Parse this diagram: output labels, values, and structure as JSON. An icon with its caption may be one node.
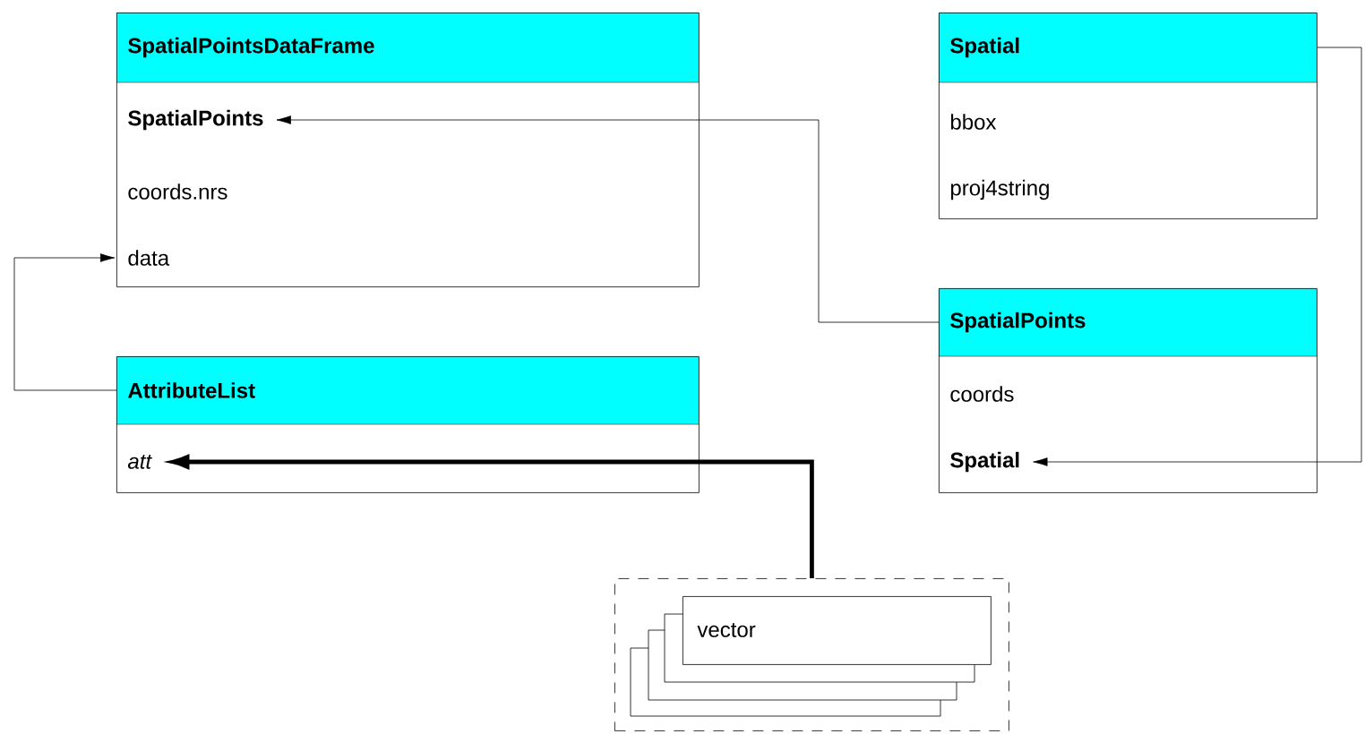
{
  "diagram": {
    "nodes": [
      {
        "text": [
          "SpatialPointsDataFrame"
        ]
      },
      {
        "text": [
          "SpatialPoints"
        ],
        "in": 0
      },
      {
        "text": [
          "coords.nrs"
        ],
        "in": 0
      },
      {
        "text": [
          "data"
        ],
        "in": 0
      },
      {
        "text": [
          "Spatial"
        ]
      },
      {
        "text": [
          "bbox"
        ],
        "in": 4
      },
      {
        "text": [
          "proj4string"
        ],
        "in": 4
      },
      {
        "text": [
          "SpatialPoints"
        ]
      },
      {
        "text": [
          "coords"
        ],
        "in": 7
      },
      {
        "text": [
          "Spatial"
        ],
        "in": 7
      },
      {
        "text": [
          "AttributeList"
        ]
      },
      {
        "text": [
          "att"
        ],
        "in": 10
      },
      {
        "text": [],
        "shape": "box"
      },
      {
        "text": [
          "vector"
        ],
        "in": 12
      }
    ],
    "edges": [
      {
        "from": 7,
        "to": 1,
        "arrow": "to"
      },
      {
        "from": 10,
        "to": 3,
        "arrow": "to"
      },
      {
        "from": 12,
        "to": 11,
        "arrow": "to",
        "style": "thick"
      },
      {
        "from": 4,
        "to": 9,
        "arrow": "to"
      }
    ]
  }
}
